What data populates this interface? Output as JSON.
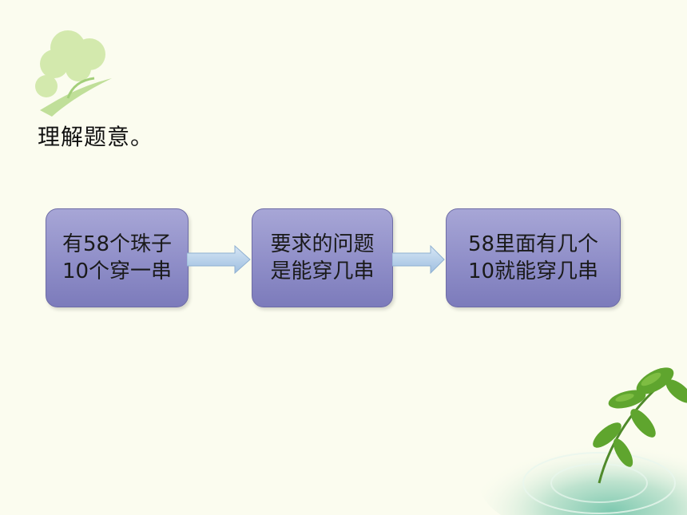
{
  "title": "理解题意。",
  "steps": [
    {
      "line1": "有58个珠子",
      "line2": "10个穿一串"
    },
    {
      "line1": "要求的问题",
      "line2": "是能穿几串"
    },
    {
      "line1": "58里面有几个",
      "line2": "10就能穿几串"
    }
  ]
}
